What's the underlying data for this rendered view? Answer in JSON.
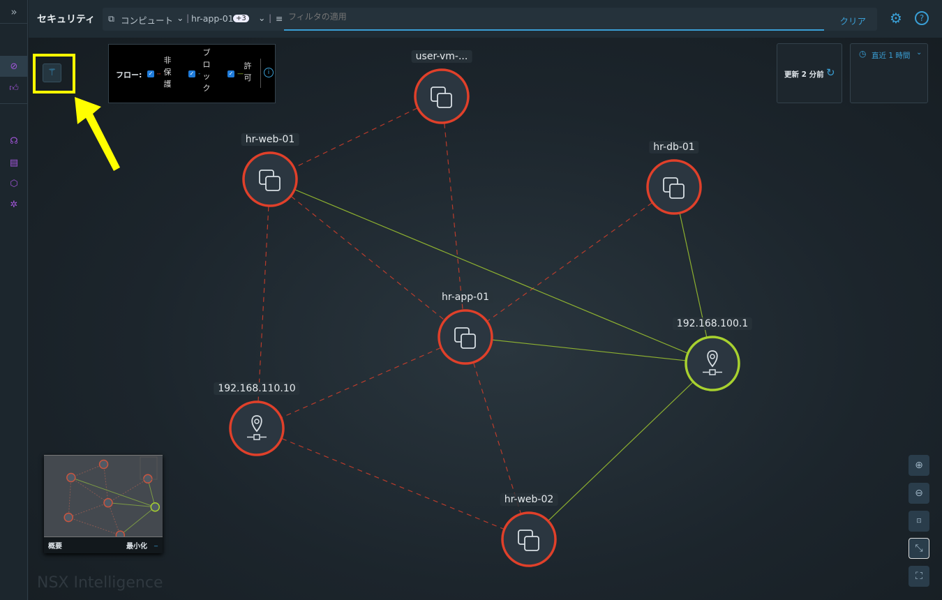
{
  "header": {
    "title": "セキュリティ",
    "scope": "コンピュート",
    "object": "hr-app-01",
    "badge": "+3",
    "filter_placeholder": "フィルタの適用",
    "clear": "クリア"
  },
  "legend": {
    "label": "フロー:",
    "items": [
      {
        "label": "非保護",
        "color": "#e0402a"
      },
      {
        "label": "ブロック",
        "color": "#3aa0d8"
      },
      {
        "label": "許可",
        "color": "#a8d12f"
      }
    ]
  },
  "refresh": {
    "label": "更新 2 分前"
  },
  "time": {
    "label": "直近 1 時間"
  },
  "colors": {
    "unprotected": "#e0402a",
    "allowed": "#a8d12f",
    "blocked": "#3aa0d8"
  },
  "graph": {
    "nodes": [
      {
        "id": "user-vm",
        "label": "user-vm-...",
        "type": "vm",
        "status": "unprotected"
      },
      {
        "id": "hr-web-01",
        "label": "hr-web-01",
        "type": "vm",
        "status": "unprotected"
      },
      {
        "id": "hr-db-01",
        "label": "hr-db-01",
        "type": "vm",
        "status": "unprotected"
      },
      {
        "id": "hr-app-01",
        "label": "hr-app-01",
        "type": "vm",
        "status": "unprotected"
      },
      {
        "id": "ip100",
        "label": "192.168.100.1",
        "type": "ip",
        "status": "allowed"
      },
      {
        "id": "ip110",
        "label": "192.168.110.10",
        "type": "ip",
        "status": "unprotected"
      },
      {
        "id": "hr-web-02",
        "label": "hr-web-02",
        "type": "vm",
        "status": "unprotected"
      }
    ],
    "edges": [
      [
        "user-vm",
        "hr-web-01",
        "unprotected"
      ],
      [
        "user-vm",
        "hr-app-01",
        "unprotected"
      ],
      [
        "hr-web-01",
        "hr-app-01",
        "unprotected"
      ],
      [
        "hr-web-01",
        "ip110",
        "unprotected"
      ],
      [
        "hr-db-01",
        "hr-app-01",
        "unprotected"
      ],
      [
        "hr-app-01",
        "ip110",
        "unprotected"
      ],
      [
        "hr-app-01",
        "hr-web-02",
        "unprotected"
      ],
      [
        "ip110",
        "hr-web-02",
        "unprotected"
      ],
      [
        "hr-web-01",
        "ip100",
        "allowed"
      ],
      [
        "hr-app-01",
        "ip100",
        "allowed"
      ],
      [
        "hr-db-01",
        "ip100",
        "allowed"
      ],
      [
        "hr-web-02",
        "ip100",
        "allowed"
      ]
    ]
  },
  "minimap": {
    "title": "概要",
    "minimize": "最小化"
  },
  "watermark": "NSX Intelligence"
}
